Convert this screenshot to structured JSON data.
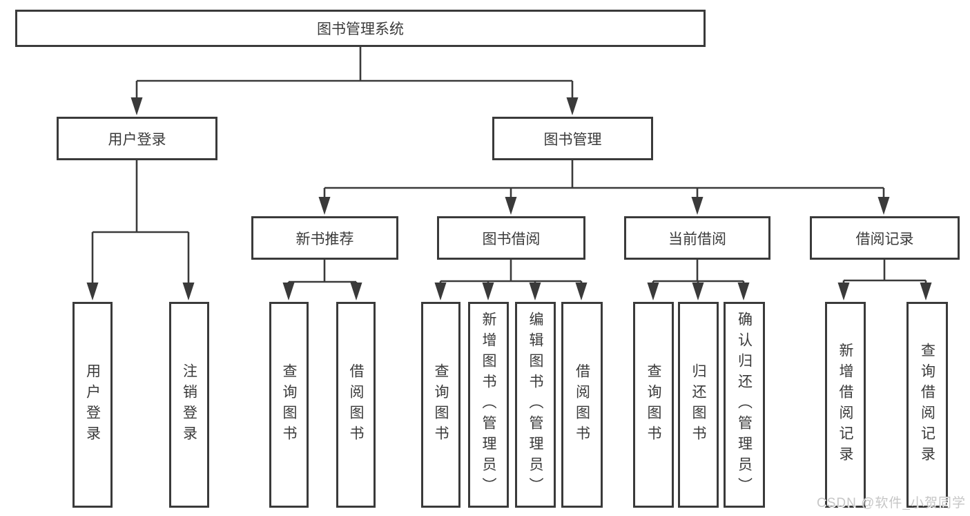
{
  "colors": {
    "line": "#3a3a3a",
    "box_border": "#3a3a3a",
    "box_fill": "#ffffff",
    "text": "#3a3a3a",
    "background": "#ffffff",
    "watermark": "#c6c6c6"
  },
  "watermark": {
    "text": "CSDN @软件_小贺同学"
  },
  "tree": {
    "label": "图书管理系统",
    "children": [
      {
        "label": "用户登录",
        "children": [
          {
            "label": "用户登录"
          },
          {
            "label": "注销登录"
          }
        ]
      },
      {
        "label": "图书管理",
        "children": [
          {
            "label": "新书推荐",
            "children": [
              {
                "label": "查询图书"
              },
              {
                "label": "借阅图书"
              }
            ]
          },
          {
            "label": "图书借阅",
            "children": [
              {
                "label": "查询图书"
              },
              {
                "label": "新增图书（管理员）"
              },
              {
                "label": "编辑图书（管理员）"
              },
              {
                "label": "借阅图书"
              }
            ]
          },
          {
            "label": "当前借阅",
            "children": [
              {
                "label": "查询图书"
              },
              {
                "label": "归还图书"
              },
              {
                "label": "确认归还（管理员）"
              }
            ]
          },
          {
            "label": "借阅记录",
            "children": [
              {
                "label": "新增借阅记录"
              },
              {
                "label": "查询借阅记录"
              }
            ]
          }
        ]
      }
    ]
  }
}
